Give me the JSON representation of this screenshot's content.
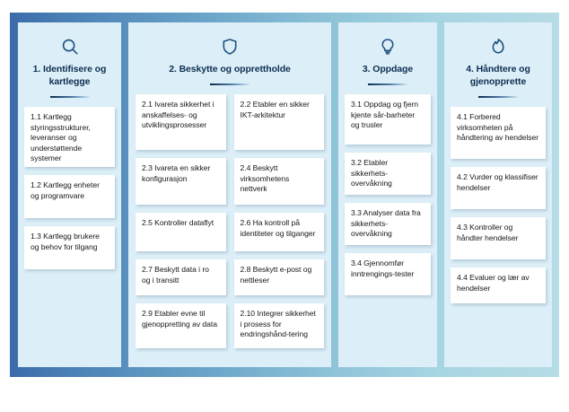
{
  "poster": {
    "language": "no",
    "background_gradient_from": "#3a6ca8",
    "background_gradient_to": "#b6dce6",
    "column_background": "#dceef7",
    "card_background": "#ffffff",
    "title_color": "#0e2f52",
    "icon_color": "#1d4f7c"
  },
  "columns": [
    {
      "icon": "search-icon",
      "title": "1. Identifisere og kartlegge",
      "cards": [
        "1.1 Kartlegg styringsstrukturer, leveranser og understøttende systemer",
        "1.2 Kartlegg enheter og programvare",
        "1.3 Kartlegg brukere og behov for tilgang"
      ]
    },
    {
      "icon": "shield-icon",
      "title": "2. Beskytte og opprettholde",
      "cards_left": [
        "2.1 Ivareta sikkerhet i anskaffelses- og utviklingsprosesser",
        "2.3 Ivareta en sikker konfigurasjon",
        "2.5 Kontroller dataflyt",
        "2.7 Beskytt data i ro og i transitt",
        "2.9 Etabler evne til gjenoppretting av data"
      ],
      "cards_right": [
        "2.2 Etabler en sikker IKT-arkitektur",
        "2.4 Beskytt virksomhetens nettverk",
        "2.6 Ha kontroll på identiteter og tilganger",
        "2.8 Beskytt e-post og nettleser",
        "2.10 Integrer sikkerhet i prosess for endringshånd-tering"
      ]
    },
    {
      "icon": "lightbulb-icon",
      "title": "3. Oppdage",
      "cards": [
        "3.1 Oppdag og fjern kjente sår-barheter og trusler",
        "3.2 Etabler sikkerhets-overvåkning",
        "3.3 Analyser data fra sikkerhets-overvåkning",
        "3.4 Gjennomfør inntrengings-tester"
      ]
    },
    {
      "icon": "flame-icon",
      "title": "4. Håndtere og gjenopprette",
      "cards": [
        "4.1 Forbered virksomheten på håndtering av hendelser",
        "4.2  Vurder og klassifiser hendelser",
        "4.3 Kontroller og håndter hendelser",
        "4.4 Evaluer og lær av hendelser"
      ]
    }
  ]
}
